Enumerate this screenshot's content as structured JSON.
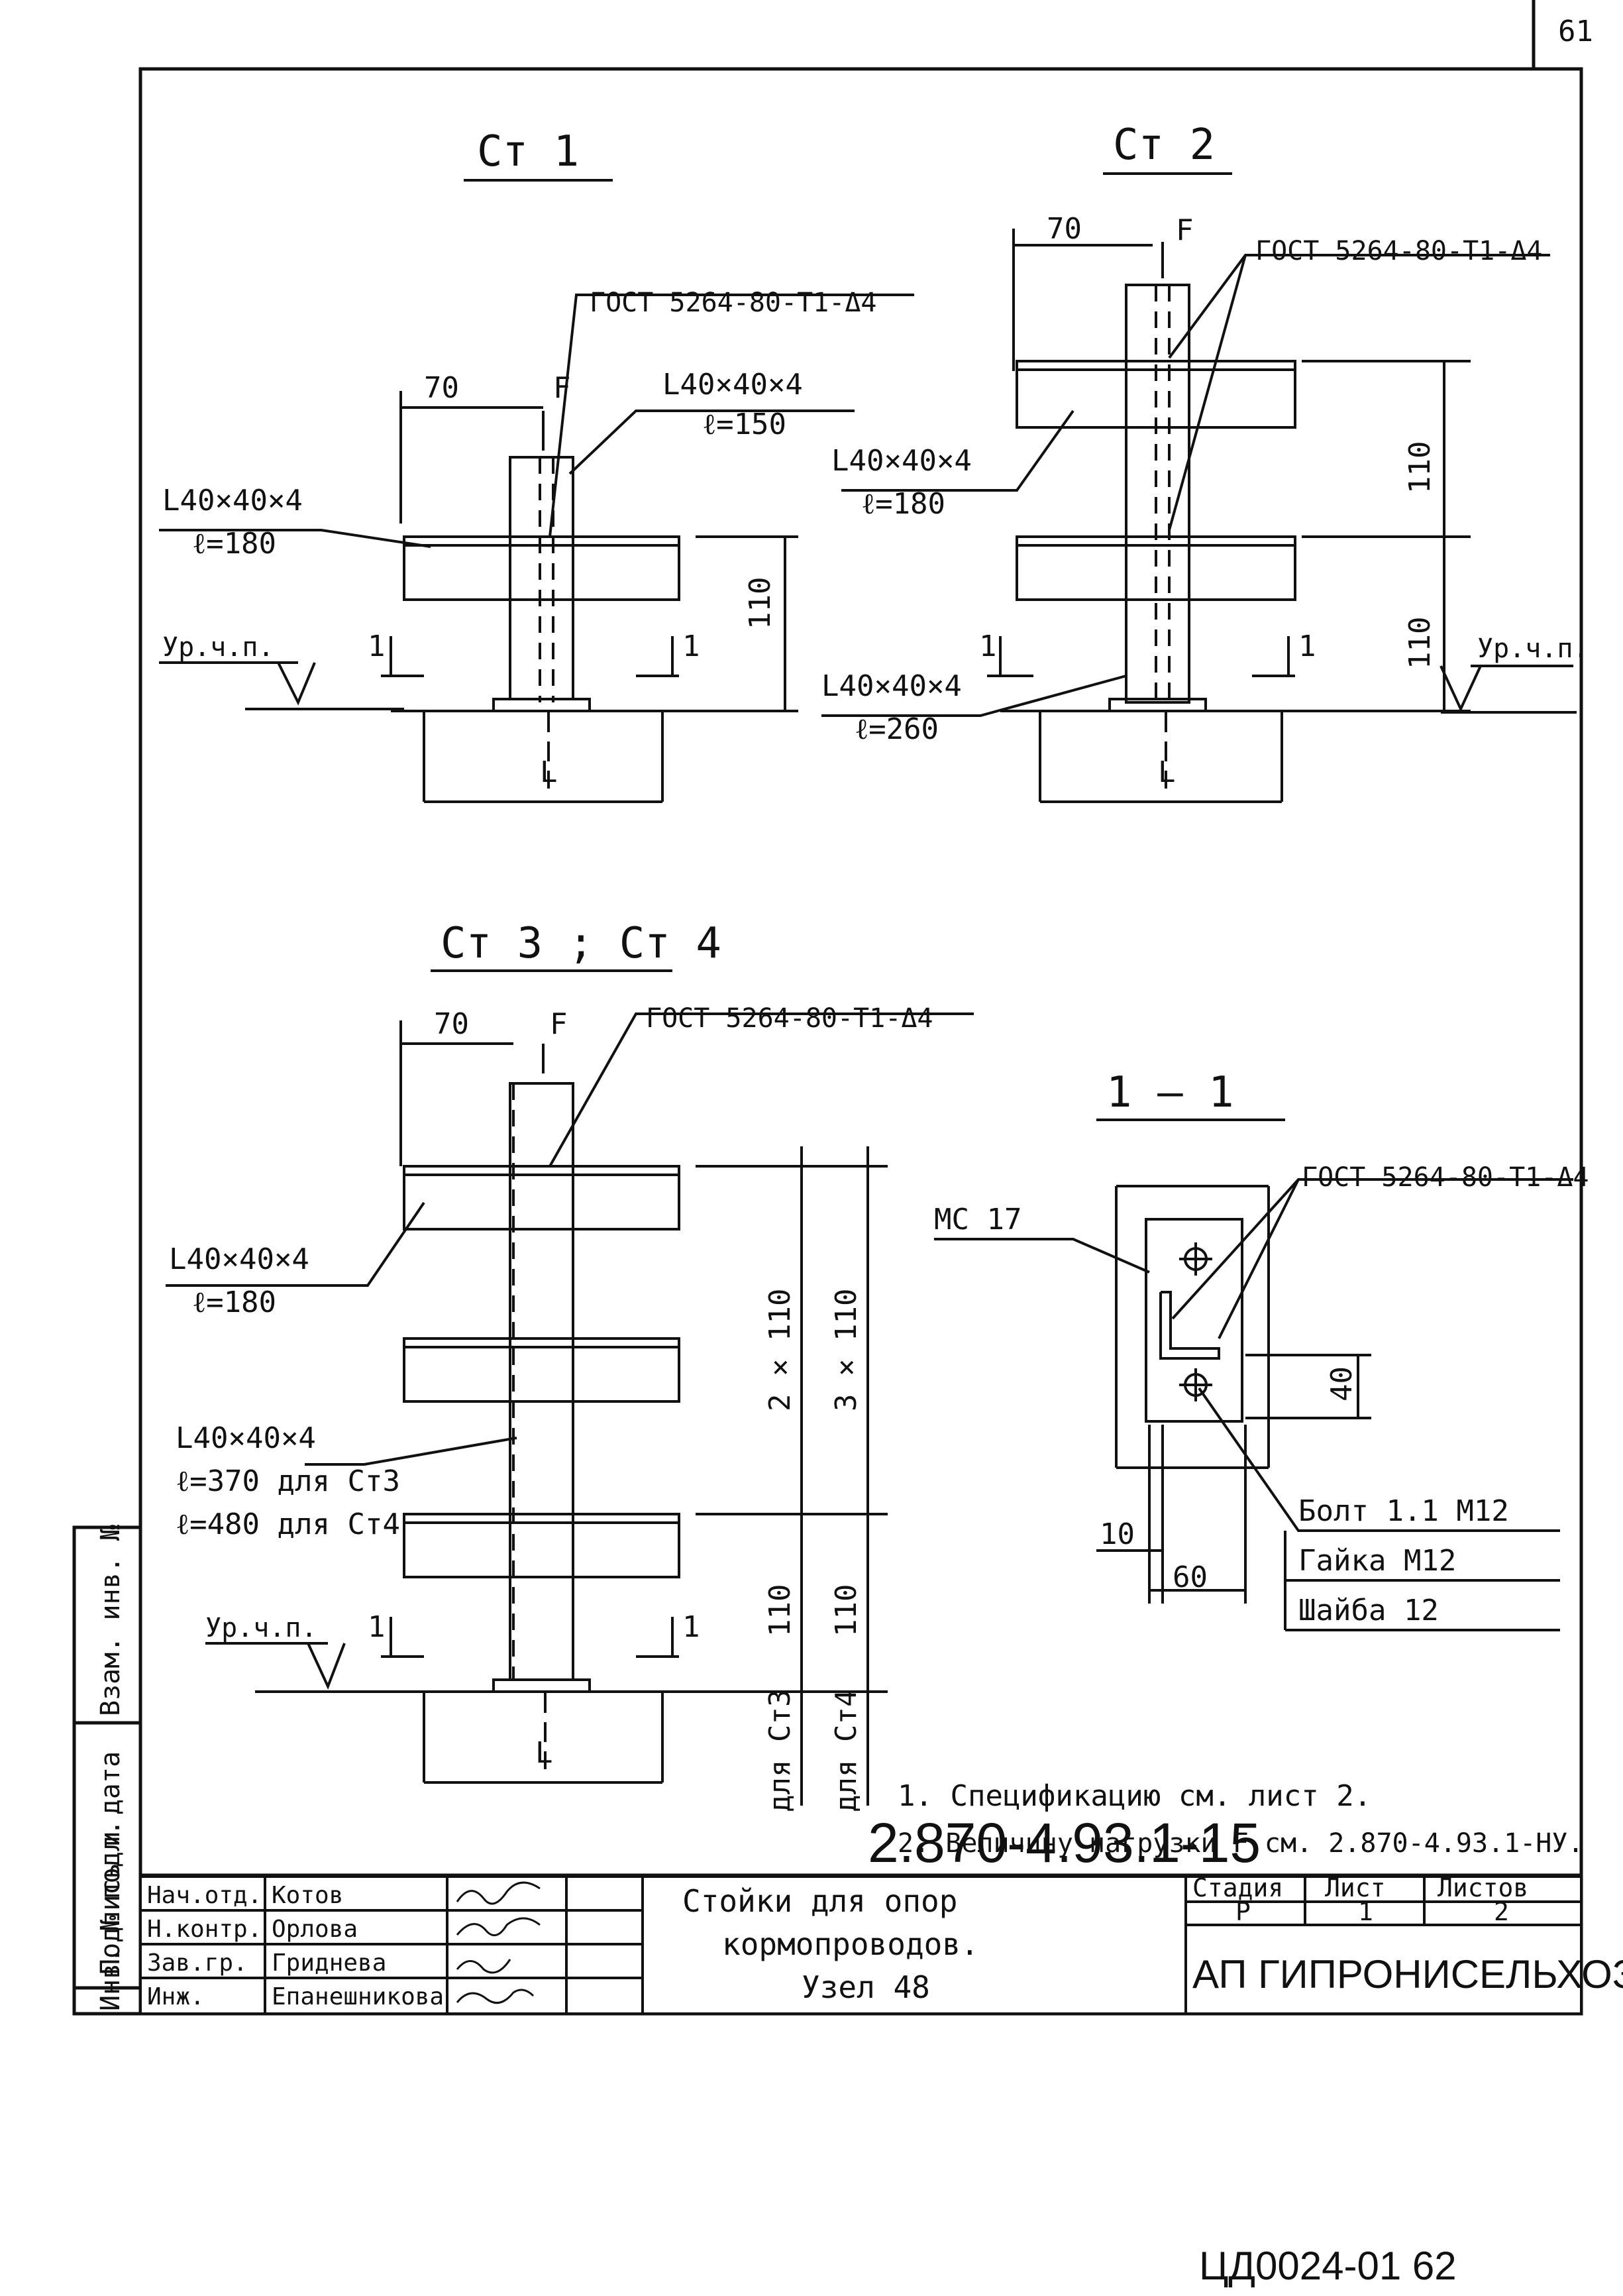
{
  "page_number": "61",
  "views": {
    "st1": {
      "title": "Ст 1",
      "gost": "ГОСТ 5264-80-Т1-Δ4",
      "dim_70": "70",
      "force": "F",
      "angle_top": "L40×40×4",
      "angle_top_len": "ℓ=150",
      "angle_side": "L40×40×4",
      "angle_side_len": "ℓ=180",
      "dim_110": "110",
      "level": "Ур.ч.п.",
      "section_mark": "1",
      "footing": "L"
    },
    "st2": {
      "title": "Ст 2",
      "gost": "ГОСТ 5264-80-Т1-Δ4",
      "dim_70": "70",
      "force": "F",
      "angle_a": "L40×40×4",
      "angle_a_len": "ℓ=180",
      "angle_b": "L40×40×4",
      "angle_b_len": "ℓ=260",
      "dim_110_a": "110",
      "dim_110_b": "110",
      "level": "Ур.ч.п.",
      "section_mark": "1",
      "footing": "L"
    },
    "st34": {
      "title": "Ст 3 ; Ст 4",
      "gost": "ГОСТ 5264-80-Т1-Δ4",
      "dim_70": "70",
      "force": "F",
      "angle_a": "L40×40×4",
      "angle_a_len": "ℓ=180",
      "angle_b": "L40×40×4",
      "angle_b_len1": "ℓ=370 для Ст3",
      "angle_b_len2": "ℓ=480 для Ст4",
      "dim_2x110": "2 × 110",
      "dim_3x110": "3 × 110",
      "dim_110_a": "110",
      "dim_110_b": "110",
      "for_st3": "для Ст3",
      "for_st4": "для Ст4",
      "level": "Ур.ч.п.",
      "section_mark": "1",
      "footing": "L"
    },
    "section": {
      "title": "1 — 1",
      "gost": "ГОСТ 5264-80-Т1-Δ4",
      "plate": "МС 17",
      "dim_40": "40",
      "dim_10": "10",
      "dim_60": "60",
      "bolt": "Болт 1.1 М12",
      "nut": "Гайка М12",
      "washer": "Шайба 12"
    }
  },
  "notes": [
    "1. Спецификацию см. лист 2.",
    "2. Величину нагрузки F см. 2.870-4.93.1-НУ."
  ],
  "side_stamp": {
    "inv_vzam": "Взам. инв. №",
    "signature_date": "Подпись и дата",
    "inv_podl": "Инв. № подл."
  },
  "title_block": {
    "doc_code": "2.870-4.93.1-15",
    "name_lines": [
      "Стойки для опор",
      "кормопроводов.",
      "Узел 48"
    ],
    "stage_header": "Стадия",
    "sheet_header": "Лист",
    "sheets_header": "Листов",
    "stage": "Р",
    "sheet": "1",
    "sheets": "2",
    "organization": "АП ГИПРОНИСЕЛЬХОЗ",
    "staff": [
      {
        "role": "Нач.отд.",
        "name": "Котов"
      },
      {
        "role": "Н.контр.",
        "name": "Орлова"
      },
      {
        "role": "Зав.гр.",
        "name": "Гриднева"
      },
      {
        "role": "Инж.",
        "name": "Епанешникова"
      }
    ]
  },
  "footer_code": "ЦД0024-01  62"
}
